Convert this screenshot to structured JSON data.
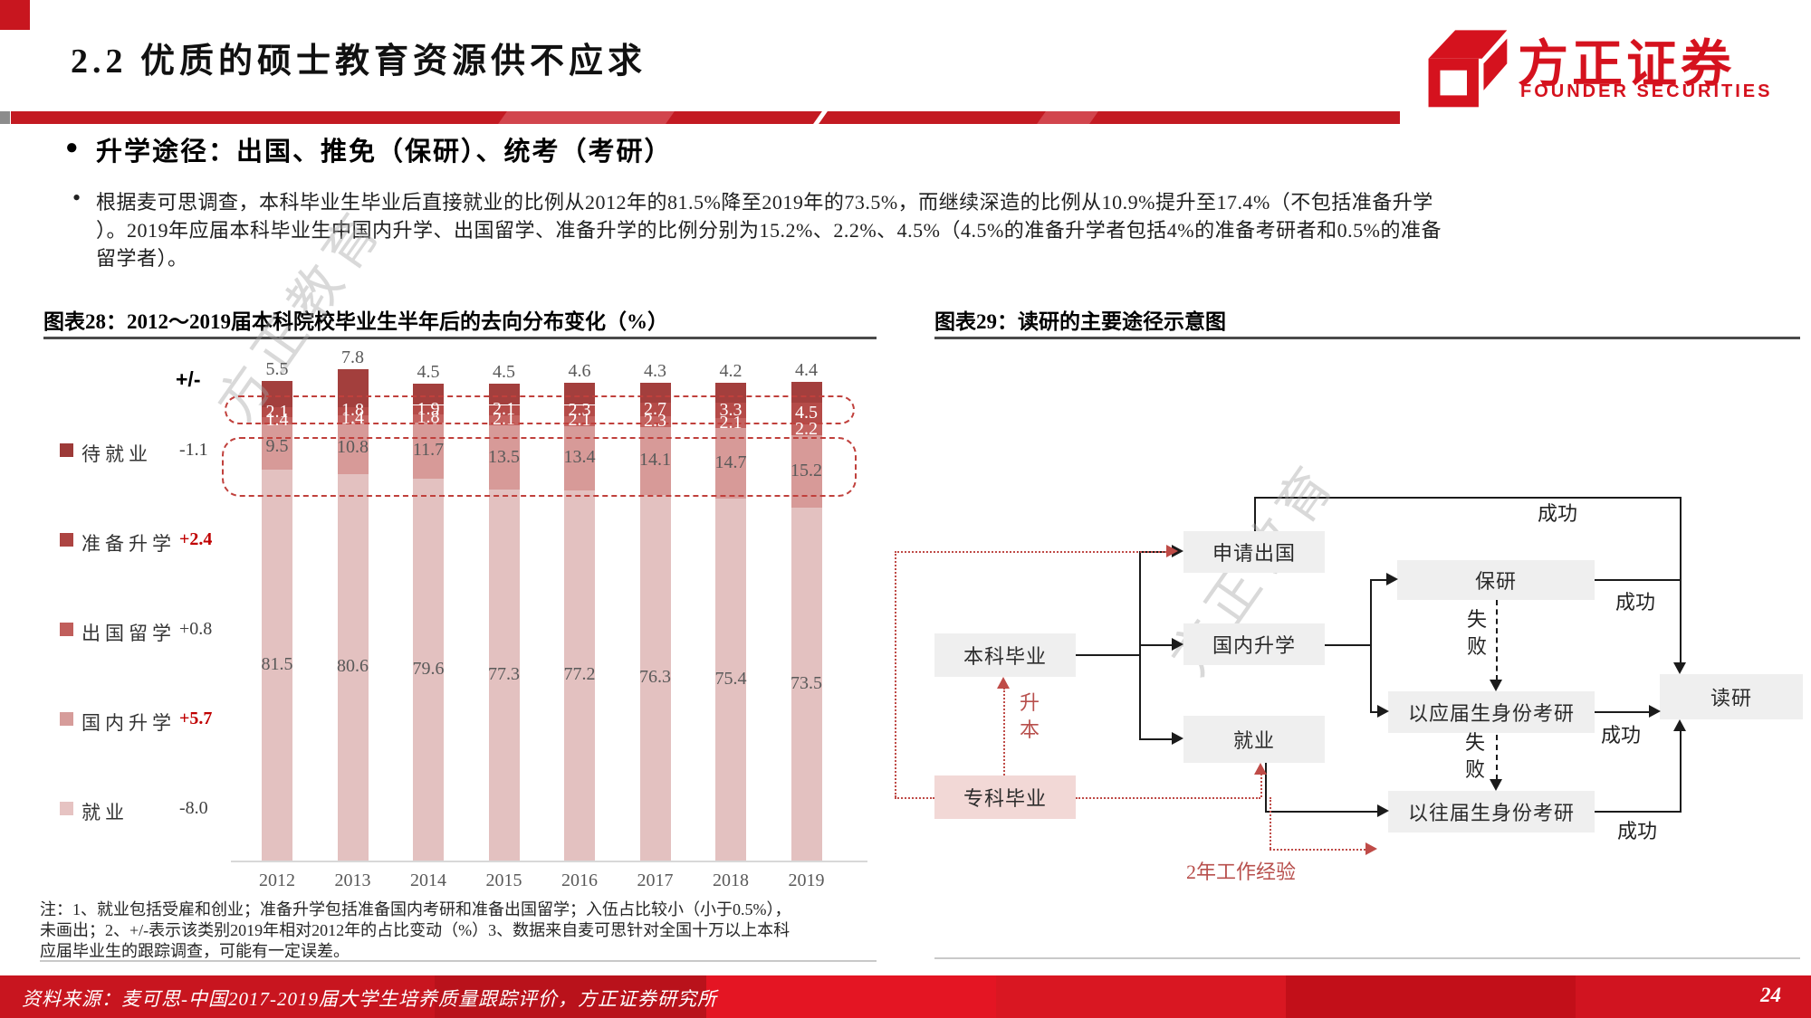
{
  "header": {
    "title": "2.2 优质的硕士教育资源供不应求",
    "logo_cn": "方正证券",
    "logo_en": "FOUNDER SECURITIES"
  },
  "section": {
    "bullet_heading": "升学途径：出国、推免（保研）、统考（考研）",
    "paragraph_lines": [
      "根据麦可思调查，本科毕业生毕业后直接就业的比例从2012年的81.5%降至2019年的73.5%，而继续深造的比例从10.9%提升至17.4%（不包括准备升学",
      "）。2019年应届本科毕业生中国内升学、出国留学、准备升学的比例分别为15.2%、2.2%、4.5%（4.5%的准备升学者包括4%的准备考研者和0.5%的准备",
      "留学者）。"
    ]
  },
  "figure28": {
    "title": "图表28：2012～2019届本科院校毕业生半年后的去向分布变化（%）",
    "plus_minus_header": "+/-",
    "legend": [
      {
        "label": "待就业",
        "change": "-1.1",
        "color": "#9d3a38",
        "highlight": false
      },
      {
        "label": "准备升学",
        "change": "+2.4",
        "color": "#ad4442",
        "highlight": true
      },
      {
        "label": "出国留学",
        "change": "+0.8",
        "color": "#c05e5b",
        "highlight": false
      },
      {
        "label": "国内升学",
        "change": "+5.7",
        "color": "#d69c9a",
        "highlight": true
      },
      {
        "label": "就业",
        "change": "-8.0",
        "color": "#e6c3c2",
        "highlight": false
      }
    ],
    "chart_data": {
      "type": "bar",
      "stacked": true,
      "title": "2012～2019届本科院校毕业生半年后的去向分布变化（%）",
      "categories": [
        "2012",
        "2013",
        "2014",
        "2015",
        "2016",
        "2017",
        "2018",
        "2019"
      ],
      "series": [
        {
          "name": "就业",
          "color": "#e3c1c0",
          "label_color": "#595959",
          "values": [
            81.5,
            80.6,
            79.6,
            77.3,
            77.2,
            76.3,
            75.4,
            73.5
          ],
          "change_2012_2019": "-8.0"
        },
        {
          "name": "国内升学",
          "color": "#d79a98",
          "label_color": "#595959",
          "values": [
            9.5,
            10.8,
            11.7,
            13.5,
            13.4,
            14.1,
            14.7,
            15.2
          ],
          "change_2012_2019": "+5.7"
        },
        {
          "name": "出国留学",
          "color": "#c4625f",
          "label_color": "#ffffff",
          "values": [
            1.4,
            1.4,
            1.8,
            2.1,
            2.1,
            2.3,
            2.1,
            2.2
          ],
          "change_2012_2019": "+0.8"
        },
        {
          "name": "准备升学",
          "color": "#b54b48",
          "label_color": "#ffffff",
          "values": [
            2.1,
            1.8,
            1.9,
            2.1,
            2.3,
            2.7,
            3.3,
            4.5
          ],
          "change_2012_2019": "+2.4"
        },
        {
          "name": "待就业",
          "color": "#a33f3d",
          "label_color": "#595959",
          "values": [
            5.5,
            7.8,
            4.5,
            4.5,
            4.6,
            4.3,
            4.2,
            4.4
          ],
          "change_2012_2019": "-1.1"
        }
      ],
      "ylim": [
        0,
        100
      ],
      "unit": "%",
      "legend_position": "left"
    },
    "notes": [
      "注：1、就业包括受雇和创业；准备升学包括准备国内考研和准备出国留学；入伍占比较小（小于0.5%），",
      "未画出；2、+/-表示该类别2019年相对2012年的占比变动（%）3、数据来自麦可思针对全国十万以上本科",
      "应届毕业生的跟踪调查，可能有一定误差。"
    ]
  },
  "figure29": {
    "title": "图表29：读研的主要途径示意图",
    "nodes": [
      {
        "id": "benke",
        "label": "本科毕业"
      },
      {
        "id": "zhuanke",
        "label": "专科毕业"
      },
      {
        "id": "shenqing",
        "label": "申请出国"
      },
      {
        "id": "guonei",
        "label": "国内升学"
      },
      {
        "id": "jiuye",
        "label": "就业"
      },
      {
        "id": "baoyan",
        "label": "保研"
      },
      {
        "id": "yingjie",
        "label": "以应届生身份考研"
      },
      {
        "id": "wangjie",
        "label": "以往届生身份考研"
      },
      {
        "id": "duyan",
        "label": "读研"
      }
    ],
    "labels": {
      "success_top": "成功",
      "success_baoyan": "成功",
      "success_yingjie": "成功",
      "success_wangjie": "成功",
      "fail_baoyan": "失败",
      "fail_yingjie": "失败",
      "shengben": "升本",
      "work_exp": "2年工作经验"
    }
  },
  "watermark_text": "方正教育",
  "footer": {
    "source": "资料来源：麦可思-中国2017-2019届大学生培养质量跟踪评价，方正证券研究所",
    "page_number": "24"
  }
}
